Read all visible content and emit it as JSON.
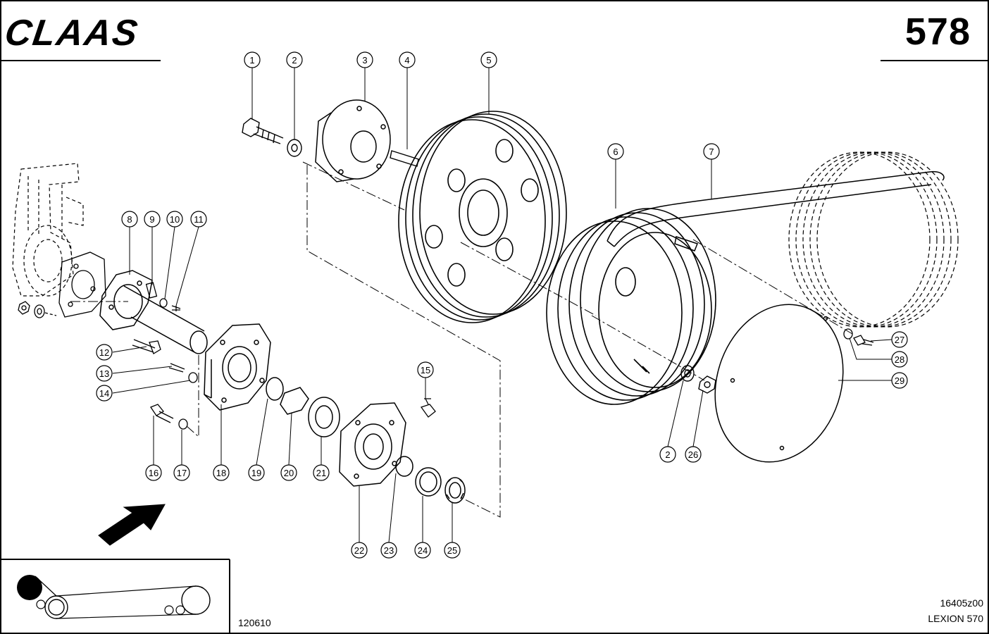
{
  "brand": {
    "logo_text": "CLAAS"
  },
  "page_number": "578",
  "footer": {
    "drawing_code": "120610",
    "reference_code": "16405z00",
    "model": "LEXION 570"
  },
  "callouts": [
    {
      "label": "1"
    },
    {
      "label": "2"
    },
    {
      "label": "3"
    },
    {
      "label": "4"
    },
    {
      "label": "5"
    },
    {
      "label": "6"
    },
    {
      "label": "7"
    },
    {
      "label": "8"
    },
    {
      "label": "9"
    },
    {
      "label": "10"
    },
    {
      "label": "11"
    },
    {
      "label": "12"
    },
    {
      "label": "13"
    },
    {
      "label": "14"
    },
    {
      "label": "15"
    },
    {
      "label": "16"
    },
    {
      "label": "17"
    },
    {
      "label": "18"
    },
    {
      "label": "19"
    },
    {
      "label": "20"
    },
    {
      "label": "21"
    },
    {
      "label": "22"
    },
    {
      "label": "23"
    },
    {
      "label": "24"
    },
    {
      "label": "25"
    },
    {
      "label": "2"
    },
    {
      "label": "26"
    },
    {
      "label": "27"
    },
    {
      "label": "28"
    },
    {
      "label": "29"
    }
  ],
  "icons": {
    "direction": "direction-arrow-icon",
    "belt_layout": "belt-drive-schematic-icon"
  }
}
